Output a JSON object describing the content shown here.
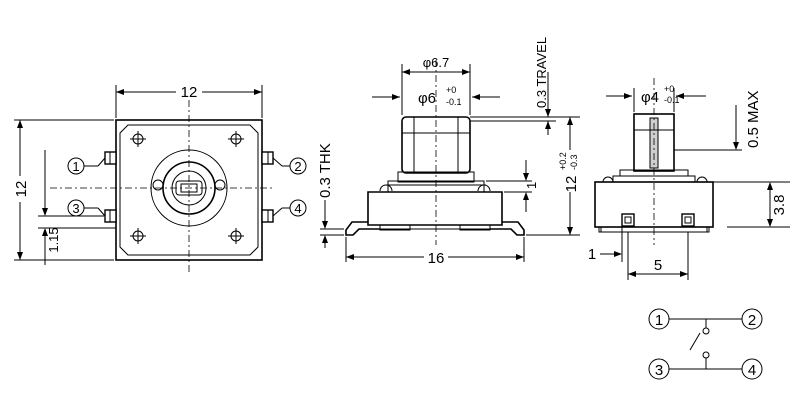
{
  "top_view": {
    "width_dim": "12",
    "height_dim": "12",
    "offset_dim": "1.15",
    "pins": [
      "1",
      "2",
      "3",
      "4"
    ]
  },
  "front_view": {
    "cap_width": "φ6.7",
    "stem_dia": "φ6",
    "stem_tol_upper": "+0",
    "stem_tol_lower": "-0.1",
    "travel": "0.3 TRAVEL",
    "thk": "0.3 THK",
    "height": "12",
    "height_tol_upper": "+0.2",
    "height_tol_lower": "-0.3",
    "step": "1",
    "width": "16"
  },
  "side_view": {
    "stem_dia": "φ4",
    "stem_tol_upper": "+0",
    "stem_tol_lower": "-0.1",
    "max": "0.5 MAX",
    "height": "3.8",
    "pin_offset": "1",
    "pin_pitch": "5"
  },
  "schematic": {
    "pins": [
      "1",
      "2",
      "3",
      "4"
    ]
  }
}
